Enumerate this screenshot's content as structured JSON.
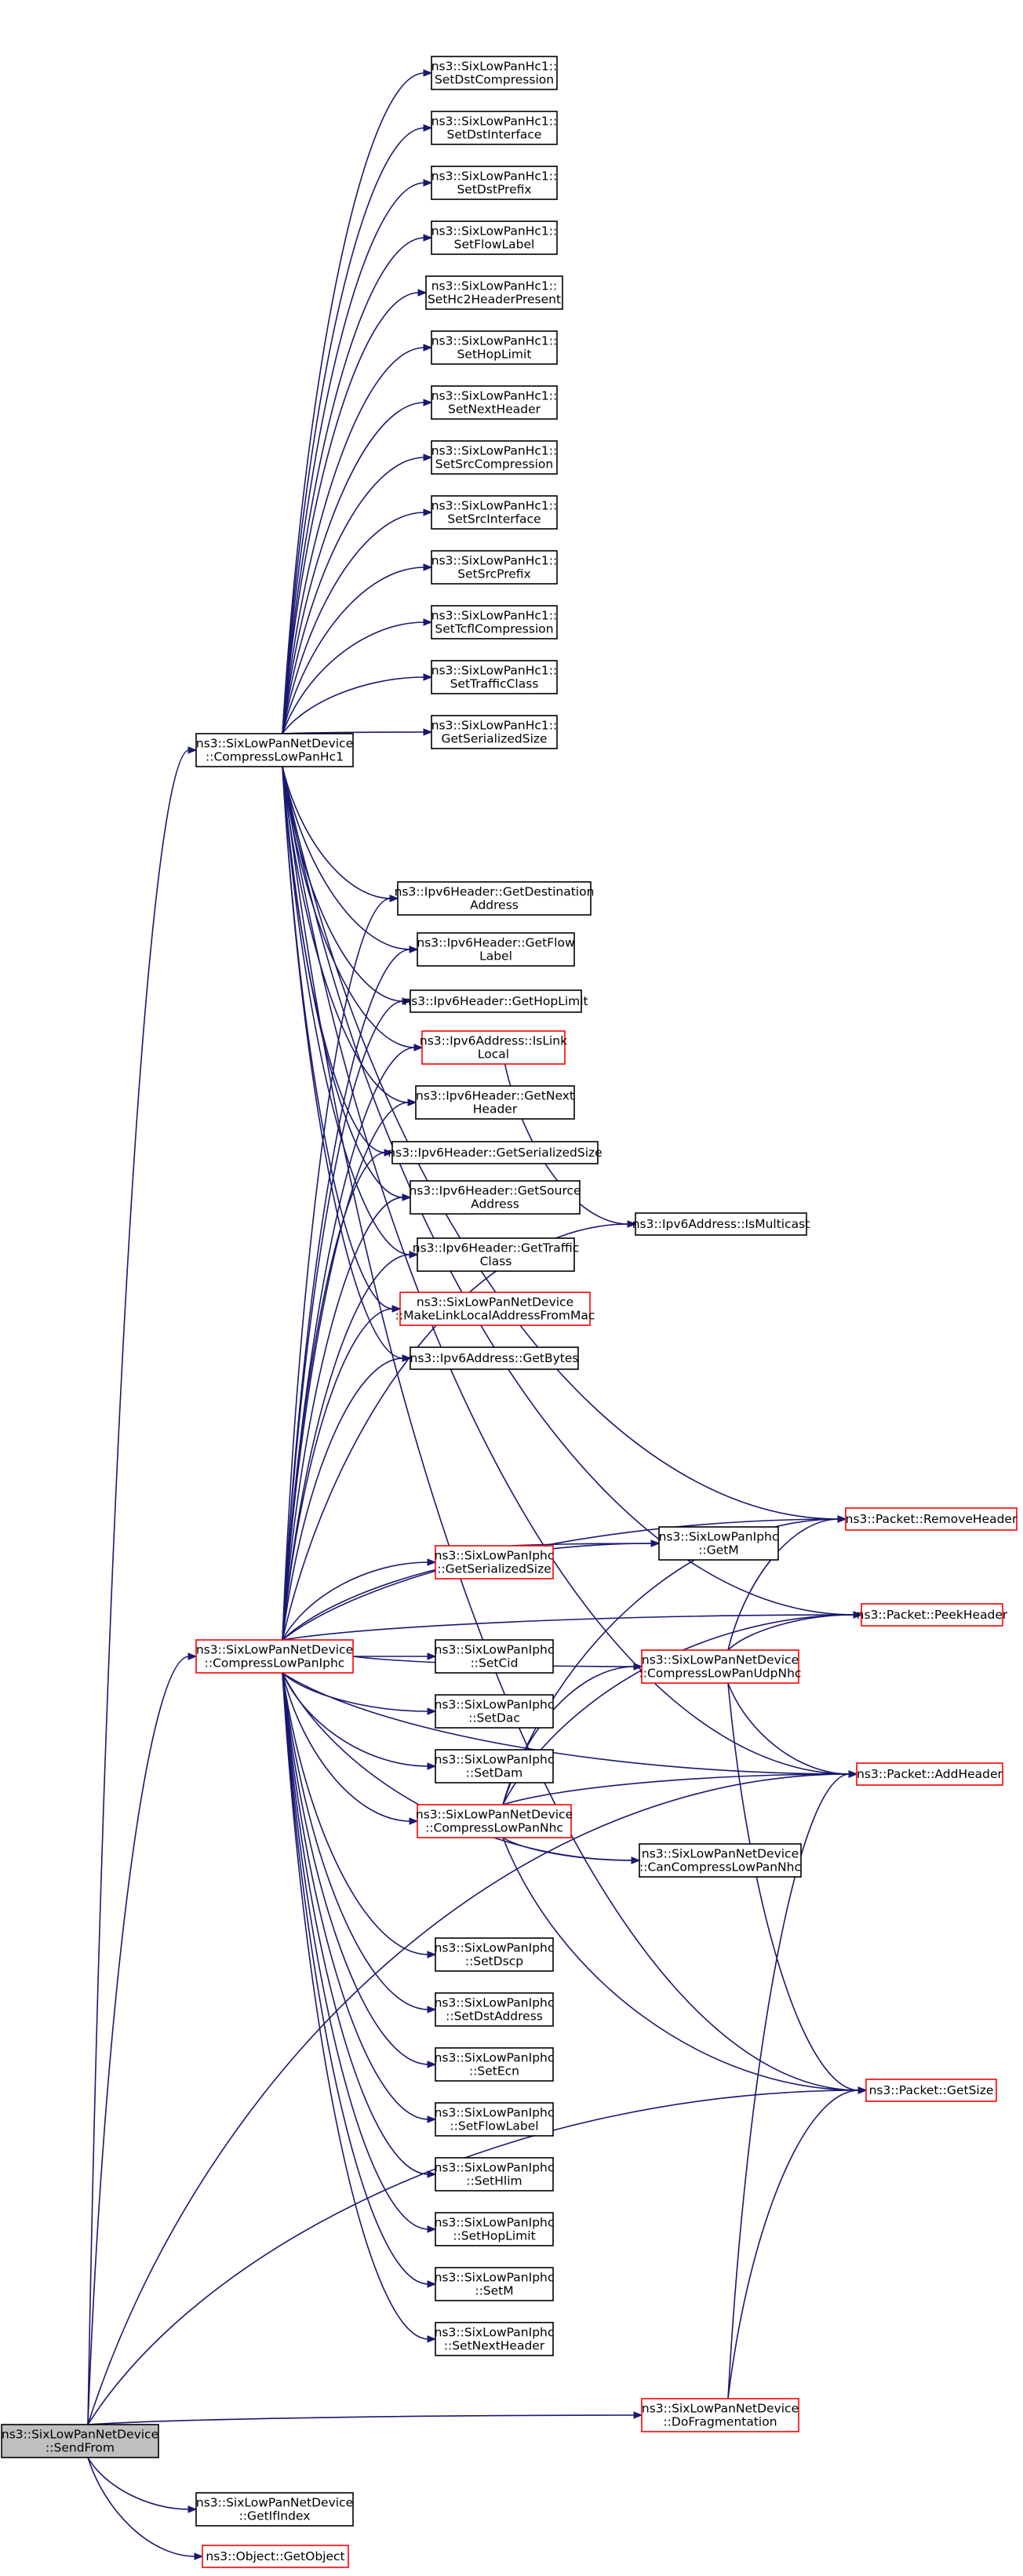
{
  "nodes": {
    "send_from": {
      "lines": [
        "ns3::SixLowPanNetDevice",
        "::SendFrom"
      ],
      "style": "root"
    },
    "compress_hc1": {
      "lines": [
        "ns3::SixLowPanNetDevice",
        "::CompressLowPanHc1"
      ],
      "style": "black"
    },
    "hc1_set_dst_compression": {
      "lines": [
        "ns3::SixLowPanHc1::",
        "SetDstCompression"
      ],
      "style": "black"
    },
    "hc1_set_dst_interface": {
      "lines": [
        "ns3::SixLowPanHc1::",
        "SetDstInterface"
      ],
      "style": "black"
    },
    "hc1_set_dst_prefix": {
      "lines": [
        "ns3::SixLowPanHc1::",
        "SetDstPrefix"
      ],
      "style": "black"
    },
    "hc1_set_flow_label": {
      "lines": [
        "ns3::SixLowPanHc1::",
        "SetFlowLabel"
      ],
      "style": "black"
    },
    "hc1_set_hc2_header_present": {
      "lines": [
        "ns3::SixLowPanHc1::",
        "SetHc2HeaderPresent"
      ],
      "style": "black"
    },
    "hc1_set_hop_limit": {
      "lines": [
        "ns3::SixLowPanHc1::",
        "SetHopLimit"
      ],
      "style": "black"
    },
    "hc1_set_next_header": {
      "lines": [
        "ns3::SixLowPanHc1::",
        "SetNextHeader"
      ],
      "style": "black"
    },
    "hc1_set_src_compression": {
      "lines": [
        "ns3::SixLowPanHc1::",
        "SetSrcCompression"
      ],
      "style": "black"
    },
    "hc1_set_src_interface": {
      "lines": [
        "ns3::SixLowPanHc1::",
        "SetSrcInterface"
      ],
      "style": "black"
    },
    "hc1_set_src_prefix": {
      "lines": [
        "ns3::SixLowPanHc1::",
        "SetSrcPrefix"
      ],
      "style": "black"
    },
    "hc1_set_tcfl_compression": {
      "lines": [
        "ns3::SixLowPanHc1::",
        "SetTcflCompression"
      ],
      "style": "black"
    },
    "hc1_set_traffic_class": {
      "lines": [
        "ns3::SixLowPanHc1::",
        "SetTrafficClass"
      ],
      "style": "black"
    },
    "hc1_get_serialized_size": {
      "lines": [
        "ns3::SixLowPanHc1::",
        "GetSerializedSize"
      ],
      "style": "black"
    },
    "ipv6h_get_destination_address": {
      "lines": [
        "ns3::Ipv6Header::GetDestination",
        "Address"
      ],
      "style": "black"
    },
    "ipv6h_get_flow_label": {
      "lines": [
        "ns3::Ipv6Header::GetFlow",
        "Label"
      ],
      "style": "black"
    },
    "ipv6h_get_hop_limit": {
      "lines": [
        "ns3::Ipv6Header::GetHopLimit"
      ],
      "style": "black"
    },
    "ipv6a_is_link_local": {
      "lines": [
        "ns3::Ipv6Address::IsLink",
        "Local"
      ],
      "style": "red"
    },
    "ipv6h_get_next_header": {
      "lines": [
        "ns3::Ipv6Header::GetNext",
        "Header"
      ],
      "style": "black"
    },
    "ipv6h_get_serialized_size": {
      "lines": [
        "ns3::Ipv6Header::GetSerializedSize"
      ],
      "style": "black"
    },
    "ipv6h_get_source_address": {
      "lines": [
        "ns3::Ipv6Header::GetSource",
        "Address"
      ],
      "style": "black"
    },
    "ipv6h_get_traffic_class": {
      "lines": [
        "ns3::Ipv6Header::GetTraffic",
        "Class"
      ],
      "style": "black"
    },
    "make_link_local_address_from_mac": {
      "lines": [
        "ns3::SixLowPanNetDevice",
        "::MakeLinkLocalAddressFromMac"
      ],
      "style": "red"
    },
    "ipv6a_get_bytes": {
      "lines": [
        "ns3::Ipv6Address::GetBytes"
      ],
      "style": "black"
    },
    "ipv6a_is_multicast": {
      "lines": [
        "ns3::Ipv6Address::IsMulticast"
      ],
      "style": "black"
    },
    "compress_iphc": {
      "lines": [
        "ns3::SixLowPanNetDevice",
        "::CompressLowPanIphc"
      ],
      "style": "red"
    },
    "iphc_get_serialized_size": {
      "lines": [
        "ns3::SixLowPanIphc",
        "::GetSerializedSize"
      ],
      "style": "red"
    },
    "iphc_get_m": {
      "lines": [
        "ns3::SixLowPanIphc",
        "::GetM"
      ],
      "style": "black"
    },
    "iphc_set_cid": {
      "lines": [
        "ns3::SixLowPanIphc",
        "::SetCid"
      ],
      "style": "black"
    },
    "iphc_set_dac": {
      "lines": [
        "ns3::SixLowPanIphc",
        "::SetDac"
      ],
      "style": "black"
    },
    "iphc_set_dam": {
      "lines": [
        "ns3::SixLowPanIphc",
        "::SetDam"
      ],
      "style": "black"
    },
    "compress_nhc": {
      "lines": [
        "ns3::SixLowPanNetDevice",
        "::CompressLowPanNhc"
      ],
      "style": "red"
    },
    "compress_udp_nhc": {
      "lines": [
        "ns3::SixLowPanNetDevice",
        "::CompressLowPanUdpNhc"
      ],
      "style": "red"
    },
    "can_compress_nhc": {
      "lines": [
        "ns3::SixLowPanNetDevice",
        "::CanCompressLowPanNhc"
      ],
      "style": "black"
    },
    "iphc_set_dscp": {
      "lines": [
        "ns3::SixLowPanIphc",
        "::SetDscp"
      ],
      "style": "black"
    },
    "iphc_set_dst_address": {
      "lines": [
        "ns3::SixLowPanIphc",
        "::SetDstAddress"
      ],
      "style": "black"
    },
    "iphc_set_ecn": {
      "lines": [
        "ns3::SixLowPanIphc",
        "::SetEcn"
      ],
      "style": "black"
    },
    "iphc_set_flow_label": {
      "lines": [
        "ns3::SixLowPanIphc",
        "::SetFlowLabel"
      ],
      "style": "black"
    },
    "iphc_set_hlim": {
      "lines": [
        "ns3::SixLowPanIphc",
        "::SetHlim"
      ],
      "style": "black"
    },
    "iphc_set_hop_limit": {
      "lines": [
        "ns3::SixLowPanIphc",
        "::SetHopLimit"
      ],
      "style": "black"
    },
    "iphc_set_m": {
      "lines": [
        "ns3::SixLowPanIphc",
        "::SetM"
      ],
      "style": "black"
    },
    "iphc_set_next_header": {
      "lines": [
        "ns3::SixLowPanIphc",
        "::SetNextHeader"
      ],
      "style": "black"
    },
    "packet_remove_header": {
      "lines": [
        "ns3::Packet::RemoveHeader"
      ],
      "style": "red"
    },
    "packet_peek_header": {
      "lines": [
        "ns3::Packet::PeekHeader"
      ],
      "style": "red"
    },
    "packet_add_header": {
      "lines": [
        "ns3::Packet::AddHeader"
      ],
      "style": "red"
    },
    "packet_get_size": {
      "lines": [
        "ns3::Packet::GetSize"
      ],
      "style": "red"
    },
    "do_fragmentation": {
      "lines": [
        "ns3::SixLowPanNetDevice",
        "::DoFragmentation"
      ],
      "style": "red"
    },
    "get_if_index": {
      "lines": [
        "ns3::SixLowPanNetDevice",
        "::GetIfIndex"
      ],
      "style": "black"
    },
    "object_get_object": {
      "lines": [
        "ns3::Object::GetObject"
      ],
      "style": "red"
    }
  },
  "edges": [
    [
      "send_from",
      "compress_hc1"
    ],
    [
      "send_from",
      "compress_iphc"
    ],
    [
      "send_from",
      "do_fragmentation"
    ],
    [
      "send_from",
      "get_if_index"
    ],
    [
      "send_from",
      "object_get_object"
    ],
    [
      "send_from",
      "packet_get_size"
    ],
    [
      "send_from",
      "packet_add_header"
    ],
    [
      "compress_hc1",
      "hc1_set_dst_compression"
    ],
    [
      "compress_hc1",
      "hc1_set_dst_interface"
    ],
    [
      "compress_hc1",
      "hc1_set_dst_prefix"
    ],
    [
      "compress_hc1",
      "hc1_set_flow_label"
    ],
    [
      "compress_hc1",
      "hc1_set_hc2_header_present"
    ],
    [
      "compress_hc1",
      "hc1_set_hop_limit"
    ],
    [
      "compress_hc1",
      "hc1_set_next_header"
    ],
    [
      "compress_hc1",
      "hc1_set_src_compression"
    ],
    [
      "compress_hc1",
      "hc1_set_src_interface"
    ],
    [
      "compress_hc1",
      "hc1_set_src_prefix"
    ],
    [
      "compress_hc1",
      "hc1_set_tcfl_compression"
    ],
    [
      "compress_hc1",
      "hc1_set_traffic_class"
    ],
    [
      "compress_hc1",
      "hc1_get_serialized_size"
    ],
    [
      "compress_hc1",
      "ipv6h_get_destination_address"
    ],
    [
      "compress_hc1",
      "ipv6h_get_flow_label"
    ],
    [
      "compress_hc1",
      "ipv6h_get_hop_limit"
    ],
    [
      "compress_hc1",
      "ipv6a_is_link_local"
    ],
    [
      "compress_hc1",
      "ipv6h_get_next_header"
    ],
    [
      "compress_hc1",
      "ipv6h_get_serialized_size"
    ],
    [
      "compress_hc1",
      "ipv6h_get_source_address"
    ],
    [
      "compress_hc1",
      "ipv6h_get_traffic_class"
    ],
    [
      "compress_hc1",
      "make_link_local_address_from_mac"
    ],
    [
      "compress_hc1",
      "ipv6a_get_bytes"
    ],
    [
      "compress_hc1",
      "packet_remove_header"
    ],
    [
      "compress_hc1",
      "packet_peek_header"
    ],
    [
      "compress_hc1",
      "packet_add_header"
    ],
    [
      "compress_hc1",
      "packet_get_size"
    ],
    [
      "ipv6a_is_link_local",
      "ipv6a_is_multicast"
    ],
    [
      "compress_iphc",
      "ipv6h_get_destination_address"
    ],
    [
      "compress_iphc",
      "ipv6h_get_flow_label"
    ],
    [
      "compress_iphc",
      "ipv6h_get_hop_limit"
    ],
    [
      "compress_iphc",
      "ipv6a_is_link_local"
    ],
    [
      "compress_iphc",
      "ipv6h_get_next_header"
    ],
    [
      "compress_iphc",
      "ipv6h_get_serialized_size"
    ],
    [
      "compress_iphc",
      "ipv6h_get_source_address"
    ],
    [
      "compress_iphc",
      "ipv6h_get_traffic_class"
    ],
    [
      "compress_iphc",
      "make_link_local_address_from_mac"
    ],
    [
      "compress_iphc",
      "ipv6a_get_bytes"
    ],
    [
      "compress_iphc",
      "ipv6a_is_multicast"
    ],
    [
      "compress_iphc",
      "packet_remove_header"
    ],
    [
      "compress_iphc",
      "packet_peek_header"
    ],
    [
      "compress_iphc",
      "iphc_get_serialized_size"
    ],
    [
      "compress_iphc",
      "iphc_get_m"
    ],
    [
      "compress_iphc",
      "iphc_set_cid"
    ],
    [
      "compress_iphc",
      "compress_udp_nhc"
    ],
    [
      "compress_iphc",
      "iphc_set_dac"
    ],
    [
      "compress_iphc",
      "iphc_set_dam"
    ],
    [
      "compress_iphc",
      "compress_nhc"
    ],
    [
      "compress_iphc",
      "can_compress_nhc"
    ],
    [
      "compress_iphc",
      "packet_add_header"
    ],
    [
      "compress_iphc",
      "iphc_set_dscp"
    ],
    [
      "compress_iphc",
      "iphc_set_dst_address"
    ],
    [
      "compress_iphc",
      "iphc_set_ecn"
    ],
    [
      "compress_iphc",
      "iphc_set_flow_label"
    ],
    [
      "compress_iphc",
      "iphc_set_hlim"
    ],
    [
      "compress_iphc",
      "iphc_set_hop_limit"
    ],
    [
      "compress_iphc",
      "iphc_set_m"
    ],
    [
      "compress_iphc",
      "iphc_set_next_header"
    ],
    [
      "iphc_get_serialized_size",
      "iphc_get_m"
    ],
    [
      "compress_nhc",
      "compress_udp_nhc"
    ],
    [
      "compress_nhc",
      "can_compress_nhc"
    ],
    [
      "compress_nhc",
      "packet_remove_header"
    ],
    [
      "compress_nhc",
      "packet_peek_header"
    ],
    [
      "compress_nhc",
      "packet_add_header"
    ],
    [
      "compress_nhc",
      "packet_get_size"
    ],
    [
      "compress_udp_nhc",
      "packet_remove_header"
    ],
    [
      "compress_udp_nhc",
      "packet_peek_header"
    ],
    [
      "compress_udp_nhc",
      "packet_add_header"
    ],
    [
      "compress_udp_nhc",
      "packet_get_size"
    ],
    [
      "do_fragmentation",
      "packet_add_header"
    ],
    [
      "do_fragmentation",
      "packet_get_size"
    ]
  ]
}
